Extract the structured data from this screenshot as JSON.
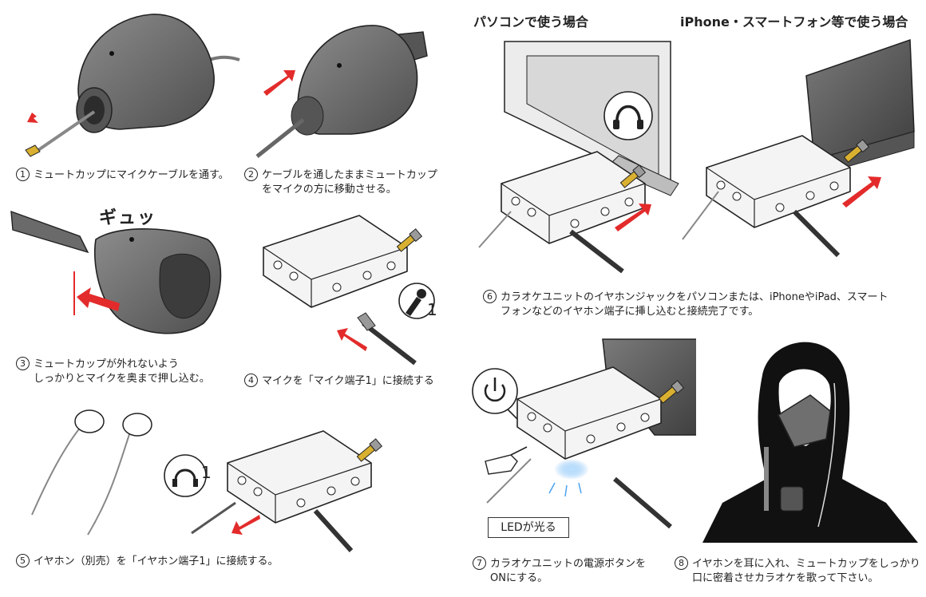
{
  "headings": {
    "pc": "パソコンで使う場合",
    "phone": "iPhone・スマートフォン等で使う場合"
  },
  "onomatopoeia": "ギュッ",
  "led_label": "LEDが光る",
  "bubble_numbers": {
    "mic": "1",
    "headphone": "1"
  },
  "steps": [
    {
      "num": "1",
      "lines": [
        "ミュートカップにマイクケーブルを通す。"
      ]
    },
    {
      "num": "2",
      "lines": [
        "ケーブルを通したままミュートカップ",
        "をマイクの方に移動させる。"
      ]
    },
    {
      "num": "3",
      "lines": [
        "ミュートカップが外れないよう",
        "しっかりとマイクを奥まで押し込む。"
      ]
    },
    {
      "num": "4",
      "lines": [
        "マイクを「マイク端子1」に接続する"
      ]
    },
    {
      "num": "5",
      "lines": [
        "イヤホン（別売）を「イヤホン端子1」に接続する。"
      ]
    },
    {
      "num": "6",
      "lines": [
        "カラオケユニットのイヤホンジャックをパソコンまたは、iPhoneやiPad、スマート",
        "フォンなどのイヤホン端子に挿し込むと接続完了です。"
      ]
    },
    {
      "num": "7",
      "lines": [
        "カラオケユニットの電源ボタンを",
        "ONにする。"
      ]
    },
    {
      "num": "8",
      "lines": [
        "イヤホンを耳に入れ、ミュートカップをしっかり",
        "口に密着させカラオケを歌って下さい。"
      ]
    }
  ],
  "colors": {
    "arrow": "#e32b2b",
    "cup": "#6f6f6f",
    "unit": "#f4f4f4",
    "led": "#4aa3f0"
  },
  "icons": [
    "mute-cup",
    "microphone-icon",
    "headphone-icon",
    "power-icon",
    "hand-pointer-icon",
    "laptop",
    "smartphone",
    "earphones",
    "karaoke-unit"
  ]
}
